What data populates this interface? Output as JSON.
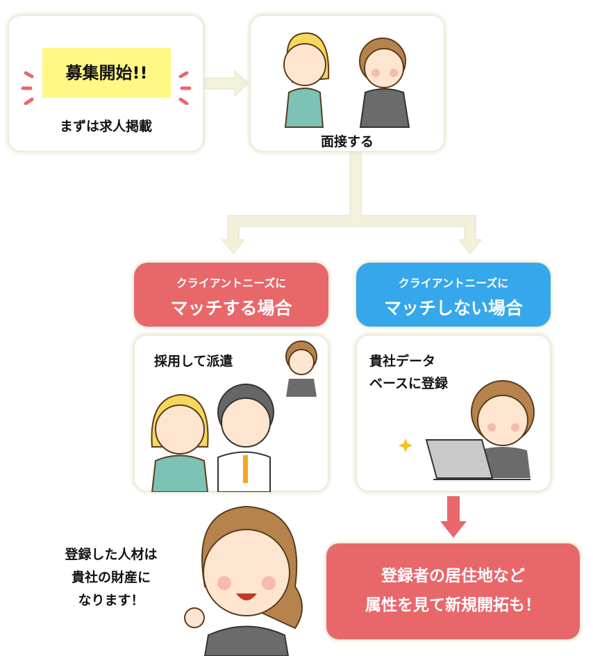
{
  "step1": {
    "highlight": "募集開始!!",
    "caption": "まずは求人掲載"
  },
  "step2": {
    "caption": "面接する"
  },
  "match": {
    "header_small": "クライアントニーズに",
    "header_large": "マッチする場合",
    "caption": "採用して派遣"
  },
  "nomatch": {
    "header_small": "クライアントニーズに",
    "header_large": "マッチしない場合",
    "caption_line1": "貴社データ",
    "caption_line2": "ベースに登録"
  },
  "footer_left": {
    "line1": "登録した人材は",
    "line2": "貴社の財産に",
    "line3": "なります！"
  },
  "footer_box": {
    "line1": "登録者の居住地など",
    "line2": "属性を見て新規開拓も！"
  },
  "colors": {
    "red": "#e8676b",
    "blue": "#36a7ea",
    "yellow": "#fff884",
    "connector": "#f0eed8"
  }
}
